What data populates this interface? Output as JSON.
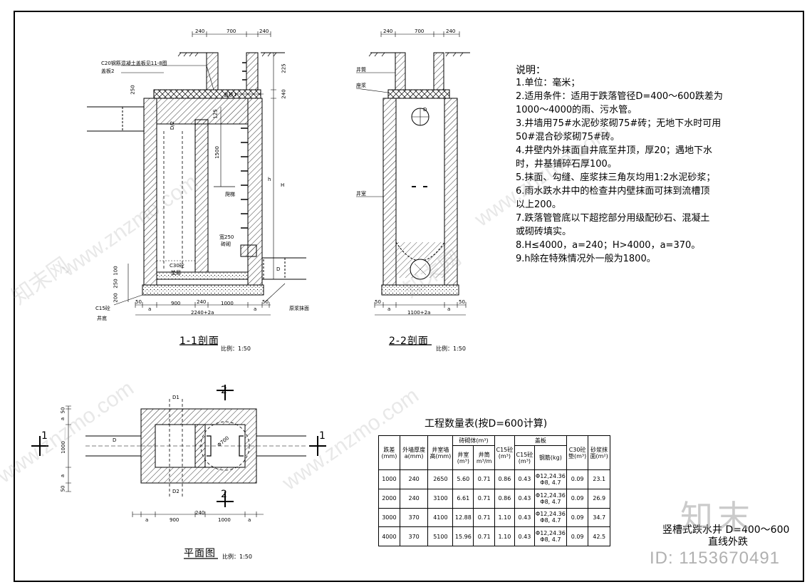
{
  "section_1_1": {
    "title": "1-1剖面",
    "scale": "比例：1:50",
    "top_dims": [
      "240",
      "700",
      "240"
    ],
    "labels": {
      "cover_slab": "C20钢筋混凝土盖板见11-8图",
      "slab2": "盖板2",
      "slab1": "盖板1",
      "ladder": "爬梯",
      "block250": "宽250",
      "brick": "砖砌",
      "c30_fill": "C30砼",
      "mortar": "垫层",
      "c15_floor": "C15砼",
      "well_bottom": "井底",
      "plaster": "原浆抹面"
    },
    "vertical_dims": [
      "250",
      "240",
      "225",
      "125",
      "1500",
      "h",
      "H",
      "100",
      "250",
      "200",
      "D",
      "D/2"
    ],
    "bottom_dims": [
      "50",
      "a",
      "900",
      "240",
      "1000",
      "a",
      "50"
    ],
    "total_dim": "2240+2a"
  },
  "section_2_2": {
    "title": "2-2剖面",
    "scale": "比例：1:50",
    "top_dims": [
      "240",
      "700",
      "240"
    ],
    "labels": {
      "well_neck": "井筒",
      "mortar_seat": "座浆",
      "well_room": "井室"
    },
    "bottom_dims": [
      "50",
      "a",
      "a",
      "50"
    ],
    "total_dim": "1100+2a",
    "pipe_label": "D"
  },
  "plan": {
    "title": "平面图",
    "scale": "比例：1:50",
    "markers": {
      "section1_left": "1",
      "section1_right": "1",
      "section2_top": "2",
      "section2_bottom": "2"
    },
    "labels": {
      "d1": "D1",
      "d2": "D2",
      "d": "D",
      "circle": "Φ700"
    },
    "left_dims": [
      "50",
      "a",
      "1000",
      "a",
      "50"
    ],
    "bottom_dims": [
      "a",
      "900",
      "240",
      "1000",
      "a"
    ]
  },
  "notes": {
    "title": "说明：",
    "lines": [
      "1.单位：毫米；",
      "2.适用条件：适用于跌落管径D=400～600跌差为",
      "   1000～4000的雨、污水管。",
      "3.井墙用75#水泥砂浆砌75#砖；无地下水时可用",
      "   50#混合砂浆砌75#砖。",
      "4.井壁内外抹面自井底至井顶，厚20；遇地下水",
      "   时，井基铺碎石厚100。",
      "5.抹面、勾缝、座浆抹三角灰均用1:2水泥砂浆；",
      "6.雨水跌水井中的检查井内壁抹面可抹到流槽顶",
      "   以上200。",
      "7.跌落管管底以下超挖部分用级配砂石、混凝土",
      "   或砌砖填实。",
      "8.H≤4000，a=240；H>4000，a=370。",
      "9.h除在特殊情况外一般为1800。"
    ]
  },
  "quantity_table": {
    "title": "工程数量表(按D=600计算)",
    "header": {
      "drop": "跌差(mm)",
      "wall": "外墙厚度a(mm)",
      "height": "井室墙高(mm)",
      "masonry": "砖砌体(m³)",
      "masonry_room": "井室(m³)",
      "masonry_neck": "井筒m³/m",
      "c15": "C15砼(m³)",
      "cover": "盖板",
      "cover_c15": "C15砼(m³)",
      "cover_steel": "钢筋(kg)",
      "c30": "C30砼垫(m³)",
      "plaster": "砂浆抹面(m²)"
    },
    "rows": [
      [
        "1000",
        "240",
        "2650",
        "5.60",
        "0.71",
        "0.86",
        "0.43",
        "Φ12,24.36",
        "Φ8, 4.7",
        "0.09",
        "23.1"
      ],
      [
        "2000",
        "240",
        "3100",
        "6.61",
        "0.71",
        "0.86",
        "0.43",
        "Φ12,24.36",
        "Φ8, 4.7",
        "0.09",
        "26.9"
      ],
      [
        "3000",
        "370",
        "4100",
        "12.88",
        "0.71",
        "1.10",
        "0.43",
        "Φ12,24.36",
        "Φ8, 4.7",
        "0.09",
        "34.7"
      ],
      [
        "4000",
        "370",
        "5100",
        "15.96",
        "0.71",
        "1.10",
        "0.43",
        "Φ12,24.36",
        "Φ8, 4.7",
        "0.09",
        "42.5"
      ]
    ]
  },
  "drawing_title": {
    "line1": "竖槽式跌水井 D=400～600",
    "line2": "直线外跌"
  },
  "watermark": {
    "site": "www.znzmo.com",
    "brand": "知末网",
    "logo": "知末",
    "id": "ID: 1153670491"
  },
  "colors": {
    "line": "#000000",
    "hatch": "#000000",
    "watermark": "#9a9a9a"
  }
}
